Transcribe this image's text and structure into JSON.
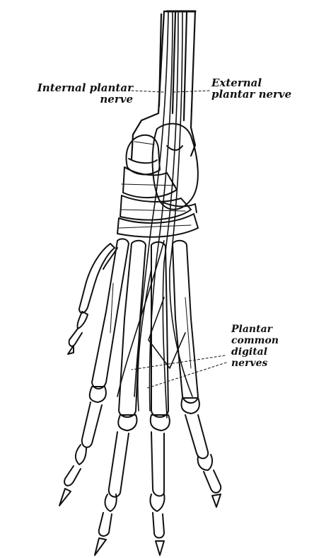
{
  "labels": {
    "internal_plantar": [
      "Internal plantar",
      "nerve"
    ],
    "external_plantar": [
      "External",
      "plantar nerve"
    ],
    "plantar_common_digital": [
      "Plantar",
      "common",
      "digital",
      "nerves"
    ]
  },
  "colors": {
    "ink": "#111111",
    "background": "#ffffff"
  }
}
